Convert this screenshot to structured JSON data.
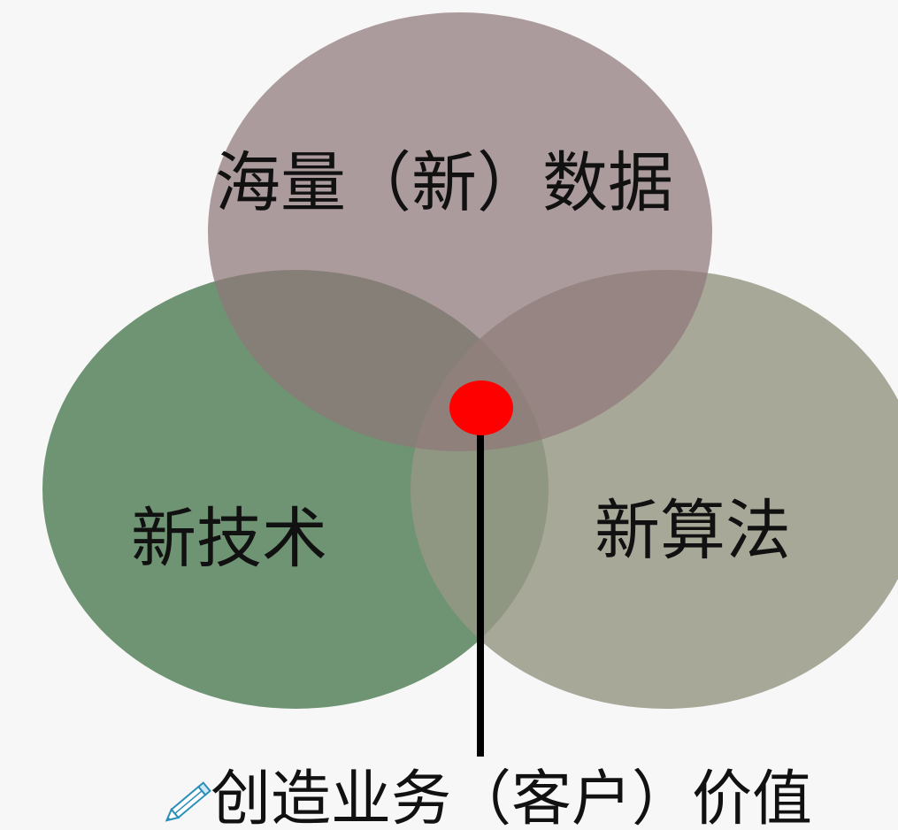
{
  "diagram": {
    "type": "venn",
    "sets": [
      {
        "key": "data",
        "label": "海量（新）数据",
        "color": "#8f7778"
      },
      {
        "key": "tech",
        "label": "新技术",
        "color": "#5c8661"
      },
      {
        "key": "algo",
        "label": "新算法",
        "color": "#969684"
      }
    ],
    "center_marker_color": "#ff0000",
    "outcome": {
      "label": "创造业务（客户）价值",
      "icon": "pencil-icon"
    }
  }
}
